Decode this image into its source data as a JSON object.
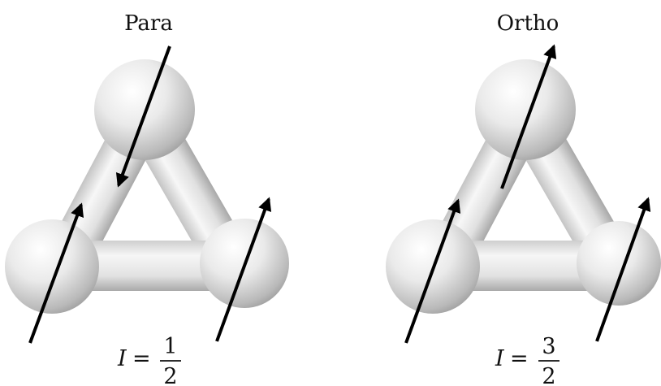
{
  "panels": [
    {
      "title": "Para",
      "spin": {
        "symbol": "I",
        "equals": "=",
        "numerator": "1",
        "denominator": "2"
      }
    },
    {
      "title": "Ortho",
      "spin": {
        "symbol": "I",
        "equals": "=",
        "numerator": "3",
        "denominator": "2"
      }
    }
  ],
  "colors": {
    "arrow": "#000000",
    "atom_highlight": "#ffffff",
    "atom_shade": "#9a9a9a",
    "bond_light": "#f4f4f4",
    "bond_dark": "#a8a8a8"
  }
}
